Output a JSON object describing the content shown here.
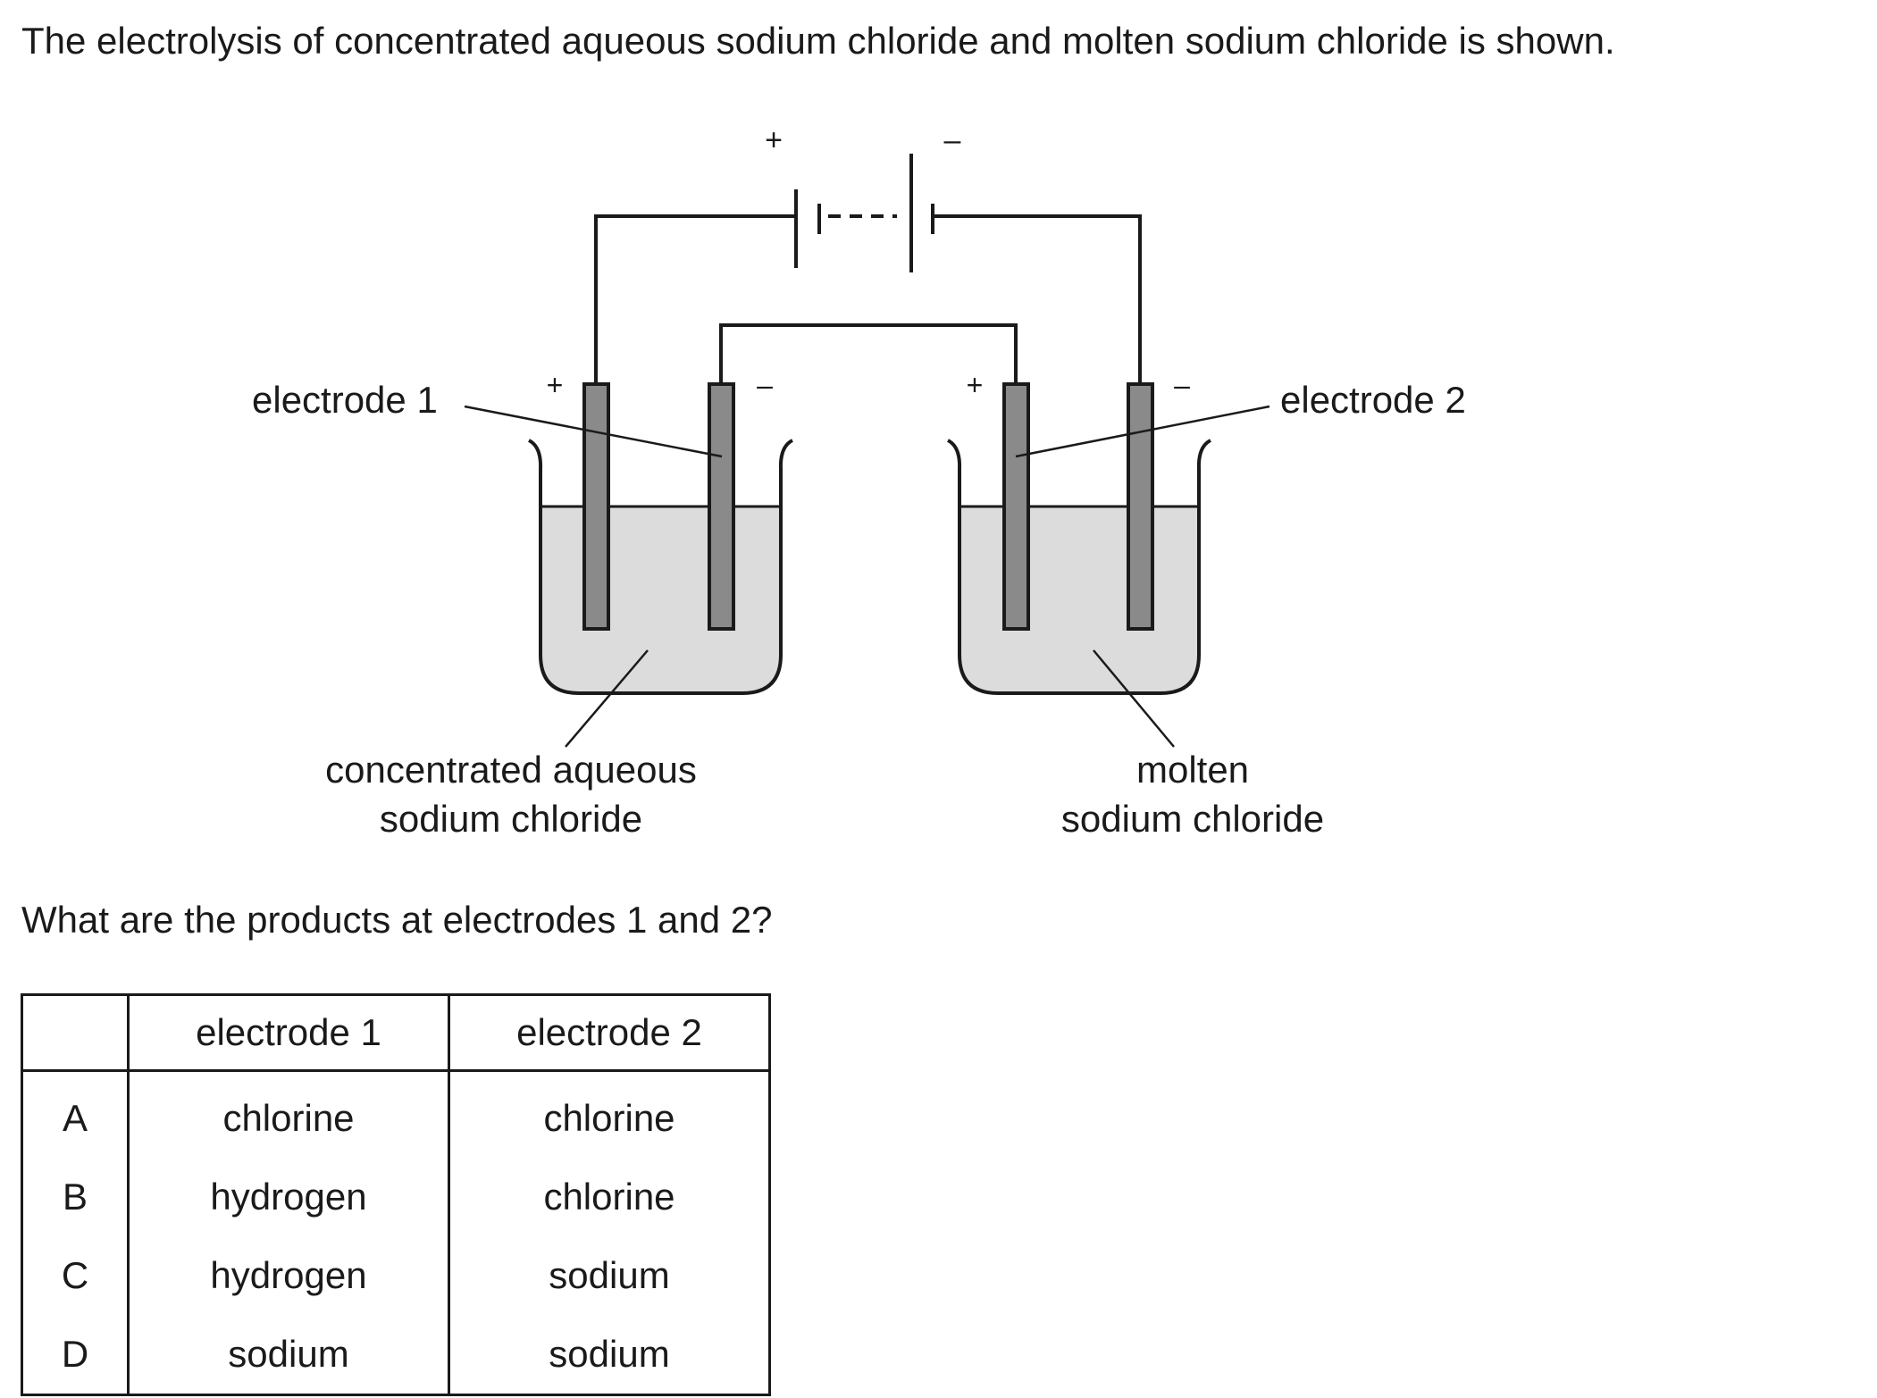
{
  "question": {
    "intro": "The electrolysis of concentrated aqueous sodium chloride and molten sodium chloride is shown.",
    "prompt": "What are the products at electrodes 1 and 2?"
  },
  "diagram": {
    "battery_plus": "+",
    "battery_minus": "–",
    "electrode_signs": [
      "+",
      "–",
      "+",
      "–"
    ],
    "electrode1_label": "electrode 1",
    "electrode2_label": "electrode 2",
    "left_solution_label_line1": "concentrated aqueous",
    "left_solution_label_line2": "sodium chloride",
    "right_solution_label_line1": "molten",
    "right_solution_label_line2": "sodium chloride",
    "colors": {
      "liquid": "#dcdcdc",
      "electrode": "#8a8a8a",
      "line": "#1a1a1a"
    }
  },
  "table": {
    "headers": [
      "",
      "electrode 1",
      "electrode 2"
    ],
    "rows": [
      {
        "letter": "A",
        "electrode1": "chlorine",
        "electrode2": "chlorine"
      },
      {
        "letter": "B",
        "electrode1": "hydrogen",
        "electrode2": "chlorine"
      },
      {
        "letter": "C",
        "electrode1": "hydrogen",
        "electrode2": "sodium"
      },
      {
        "letter": "D",
        "electrode1": "sodium",
        "electrode2": "sodium"
      }
    ]
  }
}
